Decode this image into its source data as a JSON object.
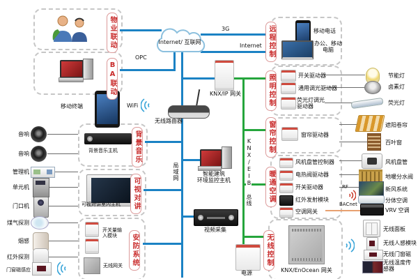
{
  "net": {
    "cloud": "Internet/ 互联网",
    "g3": "3G",
    "internet": "Internet",
    "opc": "OPC",
    "wifi": "WiFi",
    "lan": "局域网",
    "bus": "KNX/EIB 总线",
    "rf": "RF",
    "bacnet": "BACnet"
  },
  "center": {
    "router": "无线路由器",
    "ip_gateway": "KNX/IP 网关",
    "host_line1": "智能建筑",
    "host_line2": "环境监控主机",
    "video": "视频采集",
    "power": "电源",
    "mobile_terminal": "移动终端"
  },
  "left": {
    "property": "物业联动",
    "ba": "BA联动",
    "bgm": "背景音乐",
    "bgm_device": "背景音乐主机",
    "intercom": "可视对讲",
    "intercom_device": "可视对讲室内主机",
    "security": "安防系统",
    "security_input": "开关量输入模块",
    "security_gateway": "无线网关",
    "items": [
      "音响",
      "音响",
      "管理机",
      "单元机",
      "门口机",
      "煤气探测",
      "烟感",
      "红外探测",
      "门窗磁感应"
    ]
  },
  "remote": {
    "label": "远程控制",
    "phone": "移动电话",
    "computer": "办公、移动电脑"
  },
  "lighting": {
    "label": "照明控制",
    "drivers": [
      "开关驱动器",
      "通用调光驱动器",
      "荧光灯调光驱动器"
    ],
    "loads": [
      "节能灯",
      "卤素灯",
      "荧光灯"
    ]
  },
  "curtain": {
    "label": "窗帘控制",
    "driver": "窗帘驱动器",
    "loads": [
      "遮阳卷帘",
      "百叶窗"
    ]
  },
  "hvac": {
    "label": "暖通空调",
    "modules": [
      "风机盘管控制器",
      "电热阀驱动器",
      "开关驱动器",
      "红外发射模块",
      "空调网关"
    ],
    "loads": [
      "风机盘管",
      "地暖分水阀",
      "新风系统",
      "分体空调",
      "VRV 空调"
    ]
  },
  "wireless": {
    "label": "无线控制",
    "gateway": "KNX/EnOcean 网关",
    "devices": [
      "无线面板",
      "无线人感模块",
      "无线门窗磁",
      "无线温度传感器"
    ]
  },
  "colors": {
    "blue": "#1b82c4",
    "green": "#25a53c",
    "orange": "#e8a070",
    "red": "#c92b2b"
  }
}
